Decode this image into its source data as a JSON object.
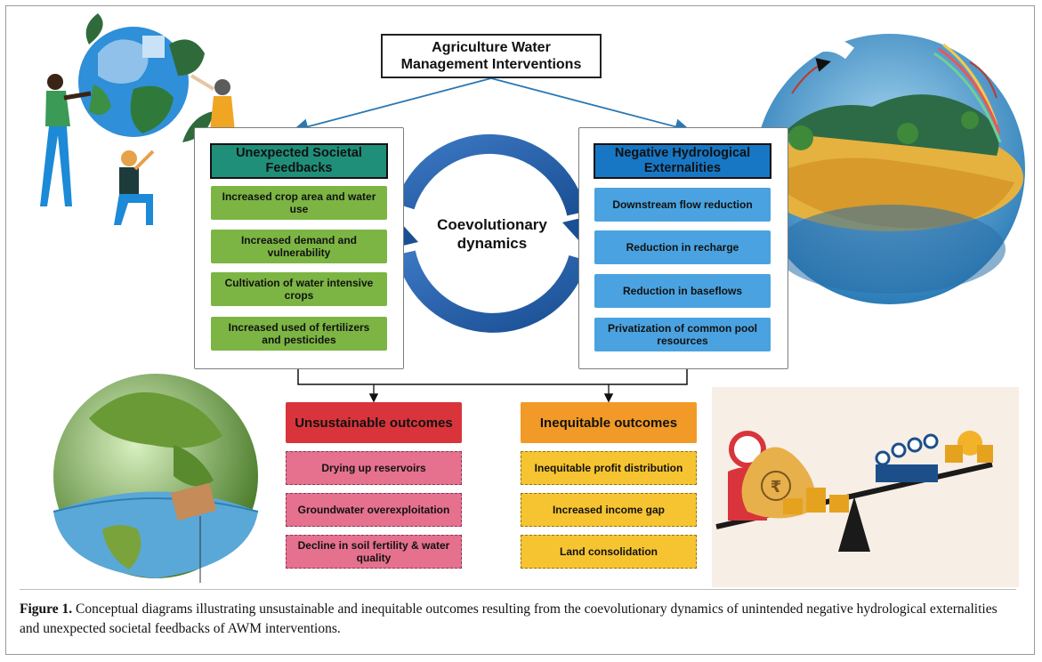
{
  "top_box": {
    "line1": "Agriculture Water",
    "line2": "Management Interventions"
  },
  "left_panel": {
    "header": {
      "line1": "Unexpected Societal",
      "line2": "Feedbacks"
    },
    "items": [
      {
        "line1": "Increased crop area and water",
        "line2": "use"
      },
      {
        "line1": "Increased demand and",
        "line2": "vulnerability"
      },
      {
        "line1": "Cultivation of water intensive",
        "line2": "crops"
      },
      {
        "line1": "Increased used of fertilizers",
        "line2": "and pesticides"
      }
    ]
  },
  "right_panel": {
    "header": {
      "line1": "Negative Hydrological",
      "line2": "Externalities"
    },
    "items": [
      {
        "line1": "Downstream flow reduction",
        "line2": ""
      },
      {
        "line1": "Reduction in recharge",
        "line2": ""
      },
      {
        "line1": "Reduction in baseflows",
        "line2": ""
      },
      {
        "line1": "Privatization of common pool",
        "line2": "resources"
      }
    ]
  },
  "center": {
    "line1": "Coevolutionary",
    "line2": "dynamics"
  },
  "unsustainable": {
    "header": "Unsustainable outcomes",
    "items": [
      {
        "line1": "Drying up reservoirs",
        "line2": ""
      },
      {
        "line1": "Groundwater overexploitation",
        "line2": ""
      },
      {
        "line1": "Decline in soil fertility & water",
        "line2": "quality"
      }
    ]
  },
  "inequitable": {
    "header": "Inequitable outcomes",
    "items": [
      {
        "line1": "Inequitable profit distribution",
        "line2": ""
      },
      {
        "line1": "Increased income gap",
        "line2": ""
      },
      {
        "line1": "Land consolidation",
        "line2": ""
      }
    ]
  },
  "rupee_symbol": "₹",
  "caption": {
    "label": "Figure 1.",
    "text": " Conceptual diagrams illustrating unsustainable and inequitable outcomes resulting from the coevolutionary dynamics of unintended negative hydrological externalities and unexpected societal feedbacks of AWM interventions."
  },
  "colors": {
    "teal_header": "#1f8f7a",
    "blue_header": "#1777c4",
    "green_item": "#7cb543",
    "blue_item": "#4aa3e0",
    "red_header": "#d9343b",
    "orange_header": "#f29a27",
    "pink_item": "#e5718e",
    "yellow_item": "#f7c431"
  }
}
